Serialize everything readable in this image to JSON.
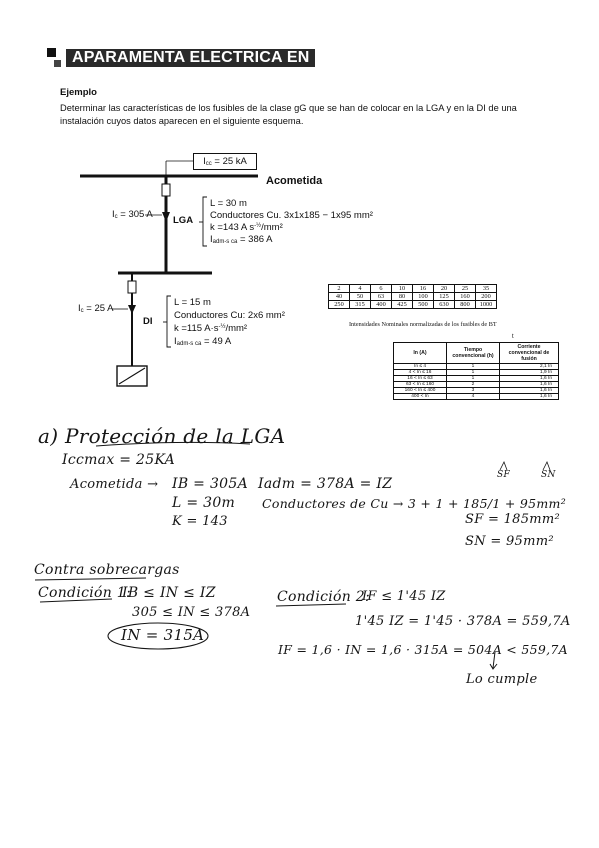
{
  "page": {
    "title": "APARAMENTA ELECTRICA EN",
    "example_heading": "Ejemplo",
    "example_text": "Determinar las características de los fusibles de la clase gG que se han de colocar en la LGA y en la DI de una instalación cuyos datos aparecen en el siguiente esquema."
  },
  "diagram": {
    "icc_label": "I",
    "icc_sub": "cc",
    "icc_value": " = 25 kA",
    "acometida": "Acometida",
    "lga_label": "LGA",
    "lga_current_prefix": "I",
    "lga_current_sub": "c",
    "lga_current_value": " = 305 A",
    "lga_specs": {
      "length": "L = 30 m",
      "conductors": "Conductores Cu. 3x1x185 − 1x95 mm²",
      "k_prefix": "k =143 A s",
      "k_exp": "-½",
      "k_suffix": "/mm²",
      "iadm_prefix": "I",
      "iadm_sub": "adm-s ca",
      "iadm_value": " = 386 A"
    },
    "di_label": "DI",
    "di_current_prefix": "I",
    "di_current_sub": "c",
    "di_current_value": " = 25 A",
    "di_specs": {
      "length": "L = 15 m",
      "conductors": "Conductores Cu: 2x6 mm²",
      "k_prefix": "k =115 A·s",
      "k_exp": "-½",
      "k_suffix": "/mm²",
      "iadm_prefix": "I",
      "iadm_sub": "adm-s ca",
      "iadm_value": " = 49 A"
    }
  },
  "bt_table": {
    "rows": [
      [
        "2",
        "4",
        "6",
        "10",
        "16",
        "20",
        "25",
        "35"
      ],
      [
        "40",
        "50",
        "63",
        "80",
        "100",
        "125",
        "160",
        "200"
      ],
      [
        "250",
        "315",
        "400",
        "425",
        "500",
        "630",
        "800",
        "1000"
      ]
    ],
    "caption": "Intensidades Nominales normalizadas de los fusibles de BT"
  },
  "fuse_table": {
    "headers": [
      "In (A)",
      "Tiempo convencional (h)",
      "Corriente convencional de fusión"
    ],
    "header_mark": "t",
    "rows": [
      [
        "In ≤ 4",
        "1",
        "2,1 In"
      ],
      [
        "4 < In ≤ 16",
        "1",
        "1,9 In"
      ],
      [
        "16 < In ≤ 63",
        "1",
        "1,6 In"
      ],
      [
        "63 < In ≤ 160",
        "2",
        "1,6 In"
      ],
      [
        "160 < In ≤ 400",
        "3",
        "1,6 In"
      ],
      [
        "400 < In",
        "4",
        "1,6 In"
      ]
    ]
  },
  "handwriting": {
    "section_a": "a) Protección de la LGA",
    "icc_max": "Iccmax = 25KA",
    "acometida_arrow": "Acometida →",
    "ib": "IB = 305A",
    "l": "L = 30m",
    "k": "K = 143",
    "iadm": "Iadm = 378A = IZ",
    "conductores": "Conductores de Cu → 3 + 1 + 185/1 + 95mm²",
    "sf_mark": "SF",
    "sn_mark": "SN",
    "sf": "SF = 185mm²",
    "sn": "SN = 95mm²",
    "contra": "Contra sobrecargas",
    "cond1": "Condición 1:",
    "cond1_eq": "IB ≤ IN ≤ IZ",
    "cond1_num": "305 ≤ IN ≤ 378A",
    "cond1_result": "IN = 315A",
    "cond2": "Condición 2:",
    "cond2_eq": "IF ≤ 1'45 IZ",
    "cond2_calc": "1'45 IZ = 1'45 · 378A = 559,7A",
    "cond2_if": "IF = 1,6 · IN = 1,6 · 315A = 504A < 559,7A",
    "cumple": "Lo cumple"
  }
}
